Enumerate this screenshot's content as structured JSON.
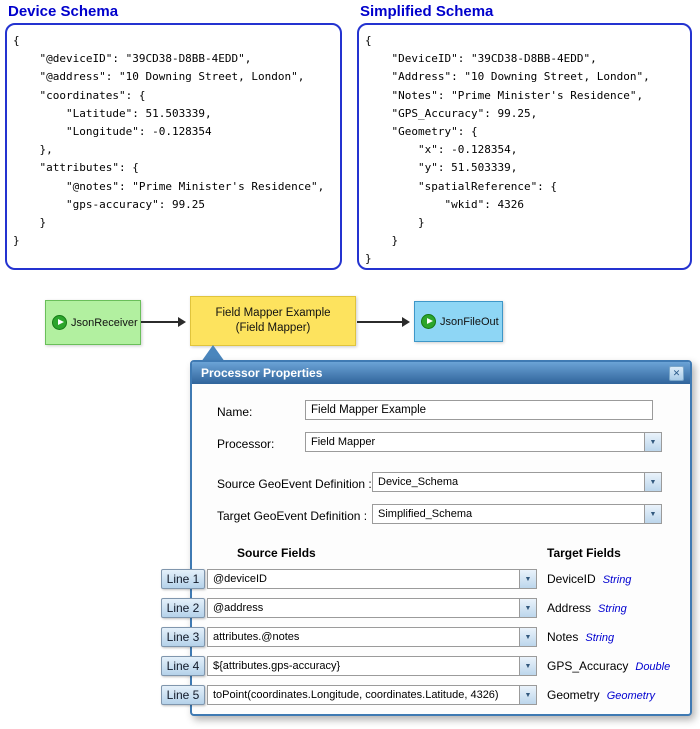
{
  "device_schema": {
    "title": "Device Schema",
    "lines": [
      "{",
      "    \"@deviceID\": \"39CD38-D8BB-4EDD\",",
      "    \"@address\": \"10 Downing Street, London\",",
      "    \"coordinates\": {",
      "        \"Latitude\": 51.503339,",
      "        \"Longitude\": -0.128354",
      "    },",
      "    \"attributes\": {",
      "        \"@notes\": \"Prime Minister's Residence\",",
      "        \"gps-accuracy\": 99.25",
      "    }",
      "}"
    ]
  },
  "simplified_schema": {
    "title": "Simplified Schema",
    "lines": [
      "{",
      "    \"DeviceID\": \"39CD38-D8BB-4EDD\",",
      "    \"Address\": \"10 Downing Street, London\",",
      "    \"Notes\": \"Prime Minister's Residence\",",
      "    \"GPS_Accuracy\": 99.25,",
      "    \"Geometry\": {",
      "        \"x\": -0.128354,",
      "        \"y\": 51.503339,",
      "        \"spatialReference\": {",
      "            \"wkid\": 4326",
      "        }",
      "    }",
      "}"
    ]
  },
  "flow": {
    "receiver_label": "JsonReceiver",
    "processor_label_line1": "Field Mapper Example",
    "processor_label_line2": "(Field Mapper)",
    "output_label": "JsonFileOut"
  },
  "dialog": {
    "title": "Processor Properties",
    "name_label": "Name:",
    "name_value": "Field Mapper Example",
    "processor_label": "Processor:",
    "processor_value": "Field Mapper",
    "source_def_label": "Source GeoEvent Definition :",
    "source_def_value": "Device_Schema",
    "target_def_label": "Target GeoEvent Definition :",
    "target_def_value": "Simplified_Schema",
    "source_fields_header": "Source Fields",
    "target_fields_header": "Target Fields",
    "rows": [
      {
        "line": "Line 1",
        "source": "@deviceID",
        "target": "DeviceID",
        "type": "String"
      },
      {
        "line": "Line 2",
        "source": "@address",
        "target": "Address",
        "type": "String"
      },
      {
        "line": "Line 3",
        "source": "attributes.@notes",
        "target": "Notes",
        "type": "String"
      },
      {
        "line": "Line 4",
        "source": "${attributes.gps-accuracy}",
        "target": "GPS_Accuracy",
        "type": "Double"
      },
      {
        "line": "Line 5",
        "source": "toPoint(coordinates.Longitude, coordinates.Latitude, 4326)",
        "target": "Geometry",
        "type": "Geometry"
      }
    ]
  },
  "icons": {
    "dropdown_arrow": "▼",
    "close": "✕"
  },
  "colors": {
    "schema_title": "#0000cc",
    "schema_border": "#2433d0",
    "receiver_bg": "#b2f0a0",
    "processor_bg": "#fde35e",
    "output_bg": "#8ed6f5",
    "dialog_titlebar": "#30649b",
    "field_type_text": "#0000d0"
  }
}
